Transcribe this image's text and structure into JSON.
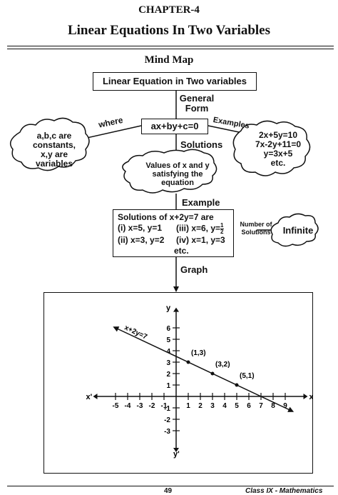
{
  "header": {
    "chapter": "CHAPTER-4",
    "title": "Linear Equations In Two Variables"
  },
  "mind_map": {
    "title": "Mind Map",
    "root": "Linear Equation in Two variables",
    "general_form_label_1": "General",
    "general_form_label_2": "Form",
    "form": "ax+by+c=0",
    "where_label": "where",
    "where_cloud": [
      "a,b,c are",
      "constants,",
      "x,y are",
      "variables"
    ],
    "examples_label": "Examples",
    "examples_cloud": [
      "2x+5y=10",
      "7x-2y+11=0",
      "y=3x+5",
      "etc."
    ],
    "solutions_label": "Solutions",
    "solutions_cloud": [
      "Values of x and y",
      "satisfying the",
      "equation"
    ],
    "example_label": "Example",
    "example_box": {
      "title": "Solutions of x+2y=7 are",
      "item1": "(i)  x=5, y=1",
      "item3_prefix": "(iii) x=6, y=",
      "item3_num": "1",
      "item3_den": "2",
      "item2": "(ii) x=3, y=2",
      "item4": "(iv) x=1, y=3",
      "etc": "etc."
    },
    "number_of_label": "Number of",
    "solutions_small_label": "Solutions",
    "infinite_cloud": "Infinite",
    "graph_label": "Graph"
  },
  "graph": {
    "x_axis_label": "x",
    "x_prime_label": "x'",
    "y_axis_label": "y",
    "y_prime_label": "y'",
    "line_label": "x+2y=7",
    "x_ticks": [
      "-5",
      "-4",
      "-3",
      "-2",
      "-1",
      "1",
      "2",
      "3",
      "4",
      "5",
      "6",
      "7",
      "8",
      "9"
    ],
    "x_tick_values": [
      -5,
      -4,
      -3,
      -2,
      -1,
      1,
      2,
      3,
      4,
      5,
      6,
      7,
      8,
      9
    ],
    "y_ticks": [
      "6",
      "5",
      "4",
      "3",
      "2",
      "1",
      "-1",
      "-2",
      "-3"
    ],
    "y_tick_values": [
      6,
      5,
      4,
      3,
      2,
      1,
      -1,
      -2,
      -3
    ],
    "points": [
      {
        "x": 1,
        "y": 3,
        "label": "(1,3)"
      },
      {
        "x": 3,
        "y": 2,
        "label": "(3,2)"
      },
      {
        "x": 5,
        "y": 1,
        "label": "(5,1)"
      }
    ],
    "line_from": {
      "x": -5,
      "y": 6
    },
    "line_to": {
      "x": 9.5,
      "y": -1.25
    }
  },
  "footer": {
    "page_number": "49",
    "book": "Class IX - Mathematics"
  }
}
